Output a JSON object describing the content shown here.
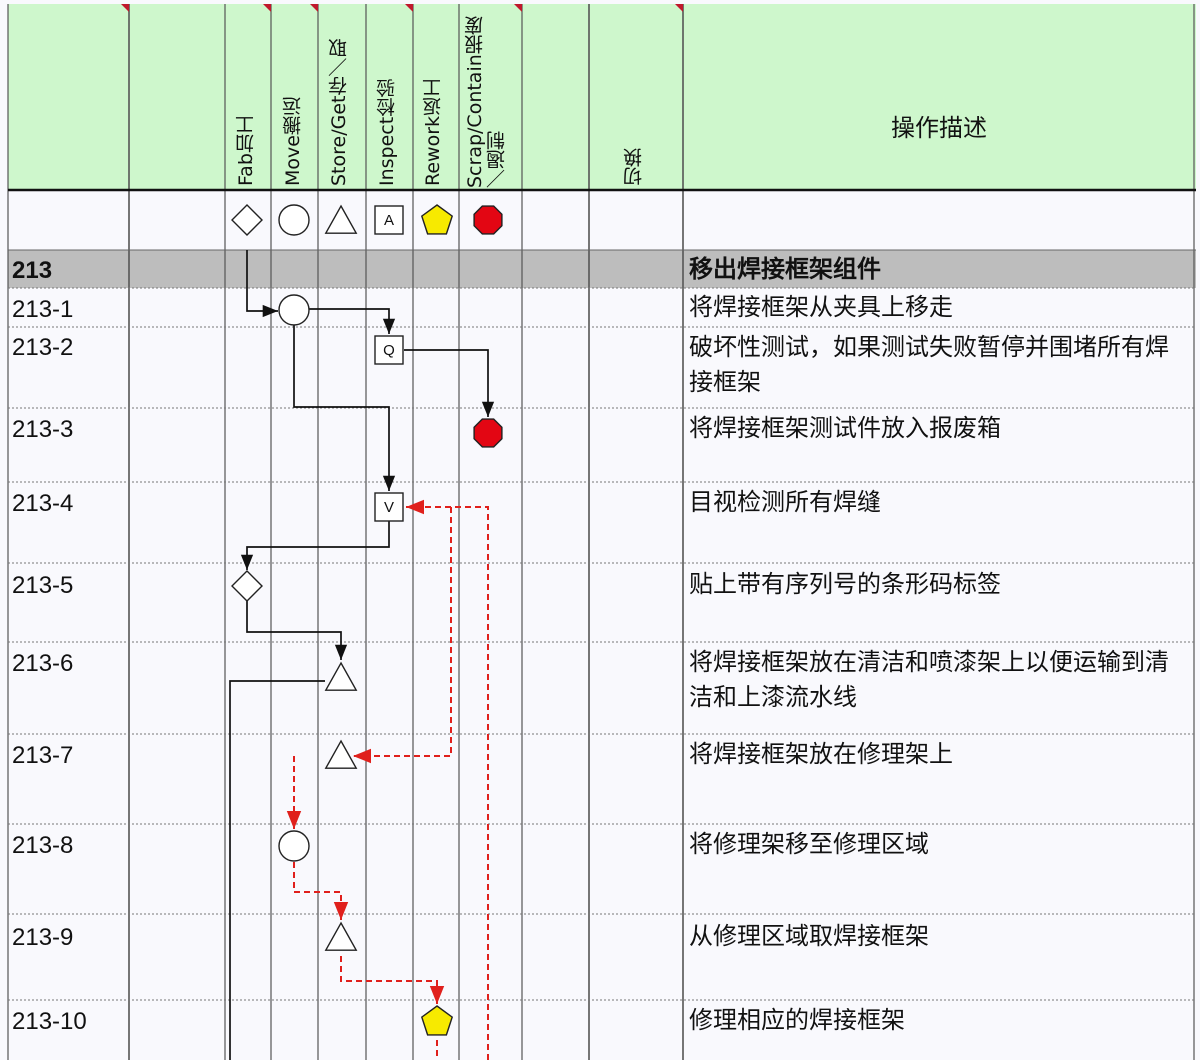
{
  "header": {
    "columns": [
      {
        "key": "fab",
        "label": "Fab加工"
      },
      {
        "key": "move",
        "label": "Move搬运"
      },
      {
        "key": "store",
        "label": "Store/Get存／取"
      },
      {
        "key": "inspect",
        "label": "Inspect检验"
      },
      {
        "key": "rework",
        "label": "Rework返工"
      },
      {
        "key": "scrap",
        "label": "Scrap/Contain报废／遏制"
      }
    ],
    "switch_label": "切换",
    "description_label": "操作描述"
  },
  "symbol_legend": {
    "inspect_letter": "A"
  },
  "section": {
    "id": "213",
    "title": "移出焊接框架组件"
  },
  "steps": [
    {
      "id": "213-1",
      "description": "将焊接框架从夹具上移走",
      "symbol": "move"
    },
    {
      "id": "213-2",
      "description": "破坏性测试，如果测试失败暂停并围堵所有焊接框架",
      "symbol": "inspect",
      "letter": "Q"
    },
    {
      "id": "213-3",
      "description": "将焊接框架测试件放入报废箱",
      "symbol": "scrap"
    },
    {
      "id": "213-4",
      "description": "目视检测所有焊缝",
      "symbol": "inspect",
      "letter": "V"
    },
    {
      "id": "213-5",
      "description": "贴上带有序列号的条形码标签",
      "symbol": "fab"
    },
    {
      "id": "213-6",
      "description": "将焊接框架放在清洁和喷漆架上以便运输到清洁和上漆流水线",
      "symbol": "store"
    },
    {
      "id": "213-7",
      "description": "将焊接框架放在修理架上",
      "symbol": "store"
    },
    {
      "id": "213-8",
      "description": "将修理架移至修理区域",
      "symbol": "move"
    },
    {
      "id": "213-9",
      "description": "从修理区域取焊接框架",
      "symbol": "store"
    },
    {
      "id": "213-10",
      "description": "修理相应的焊接框架",
      "symbol": "rework"
    }
  ],
  "colors": {
    "header_bg": "#cef7cc",
    "section_bg": "#bdbdbd",
    "scrap_red": "#e30613",
    "rework_yellow": "#f7ea00",
    "flow_line": "#111111",
    "rework_line": "#e0201c",
    "corner_mark": "#c0182c"
  }
}
